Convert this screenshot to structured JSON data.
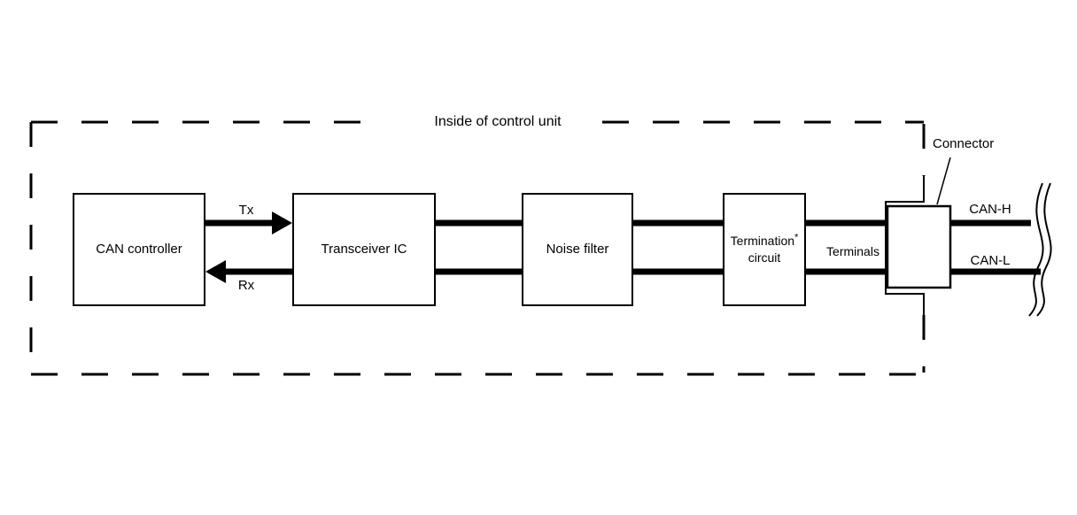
{
  "figure": {
    "title": "Inside of control unit",
    "boxes": {
      "can_controller": "CAN controller",
      "transceiver_ic": "Transceiver IC",
      "noise_filter": "Noise filter",
      "termination_line1": "Termination",
      "termination_sup": "*",
      "termination_line2": "circuit"
    },
    "signals": {
      "tx": "Tx",
      "rx": "Rx"
    },
    "labels": {
      "terminals": "Terminals",
      "connector": "Connector",
      "can_high": "CAN-H",
      "can_low": "CAN-L"
    },
    "colors": {
      "line": "#000000",
      "background": "#ffffff"
    }
  }
}
